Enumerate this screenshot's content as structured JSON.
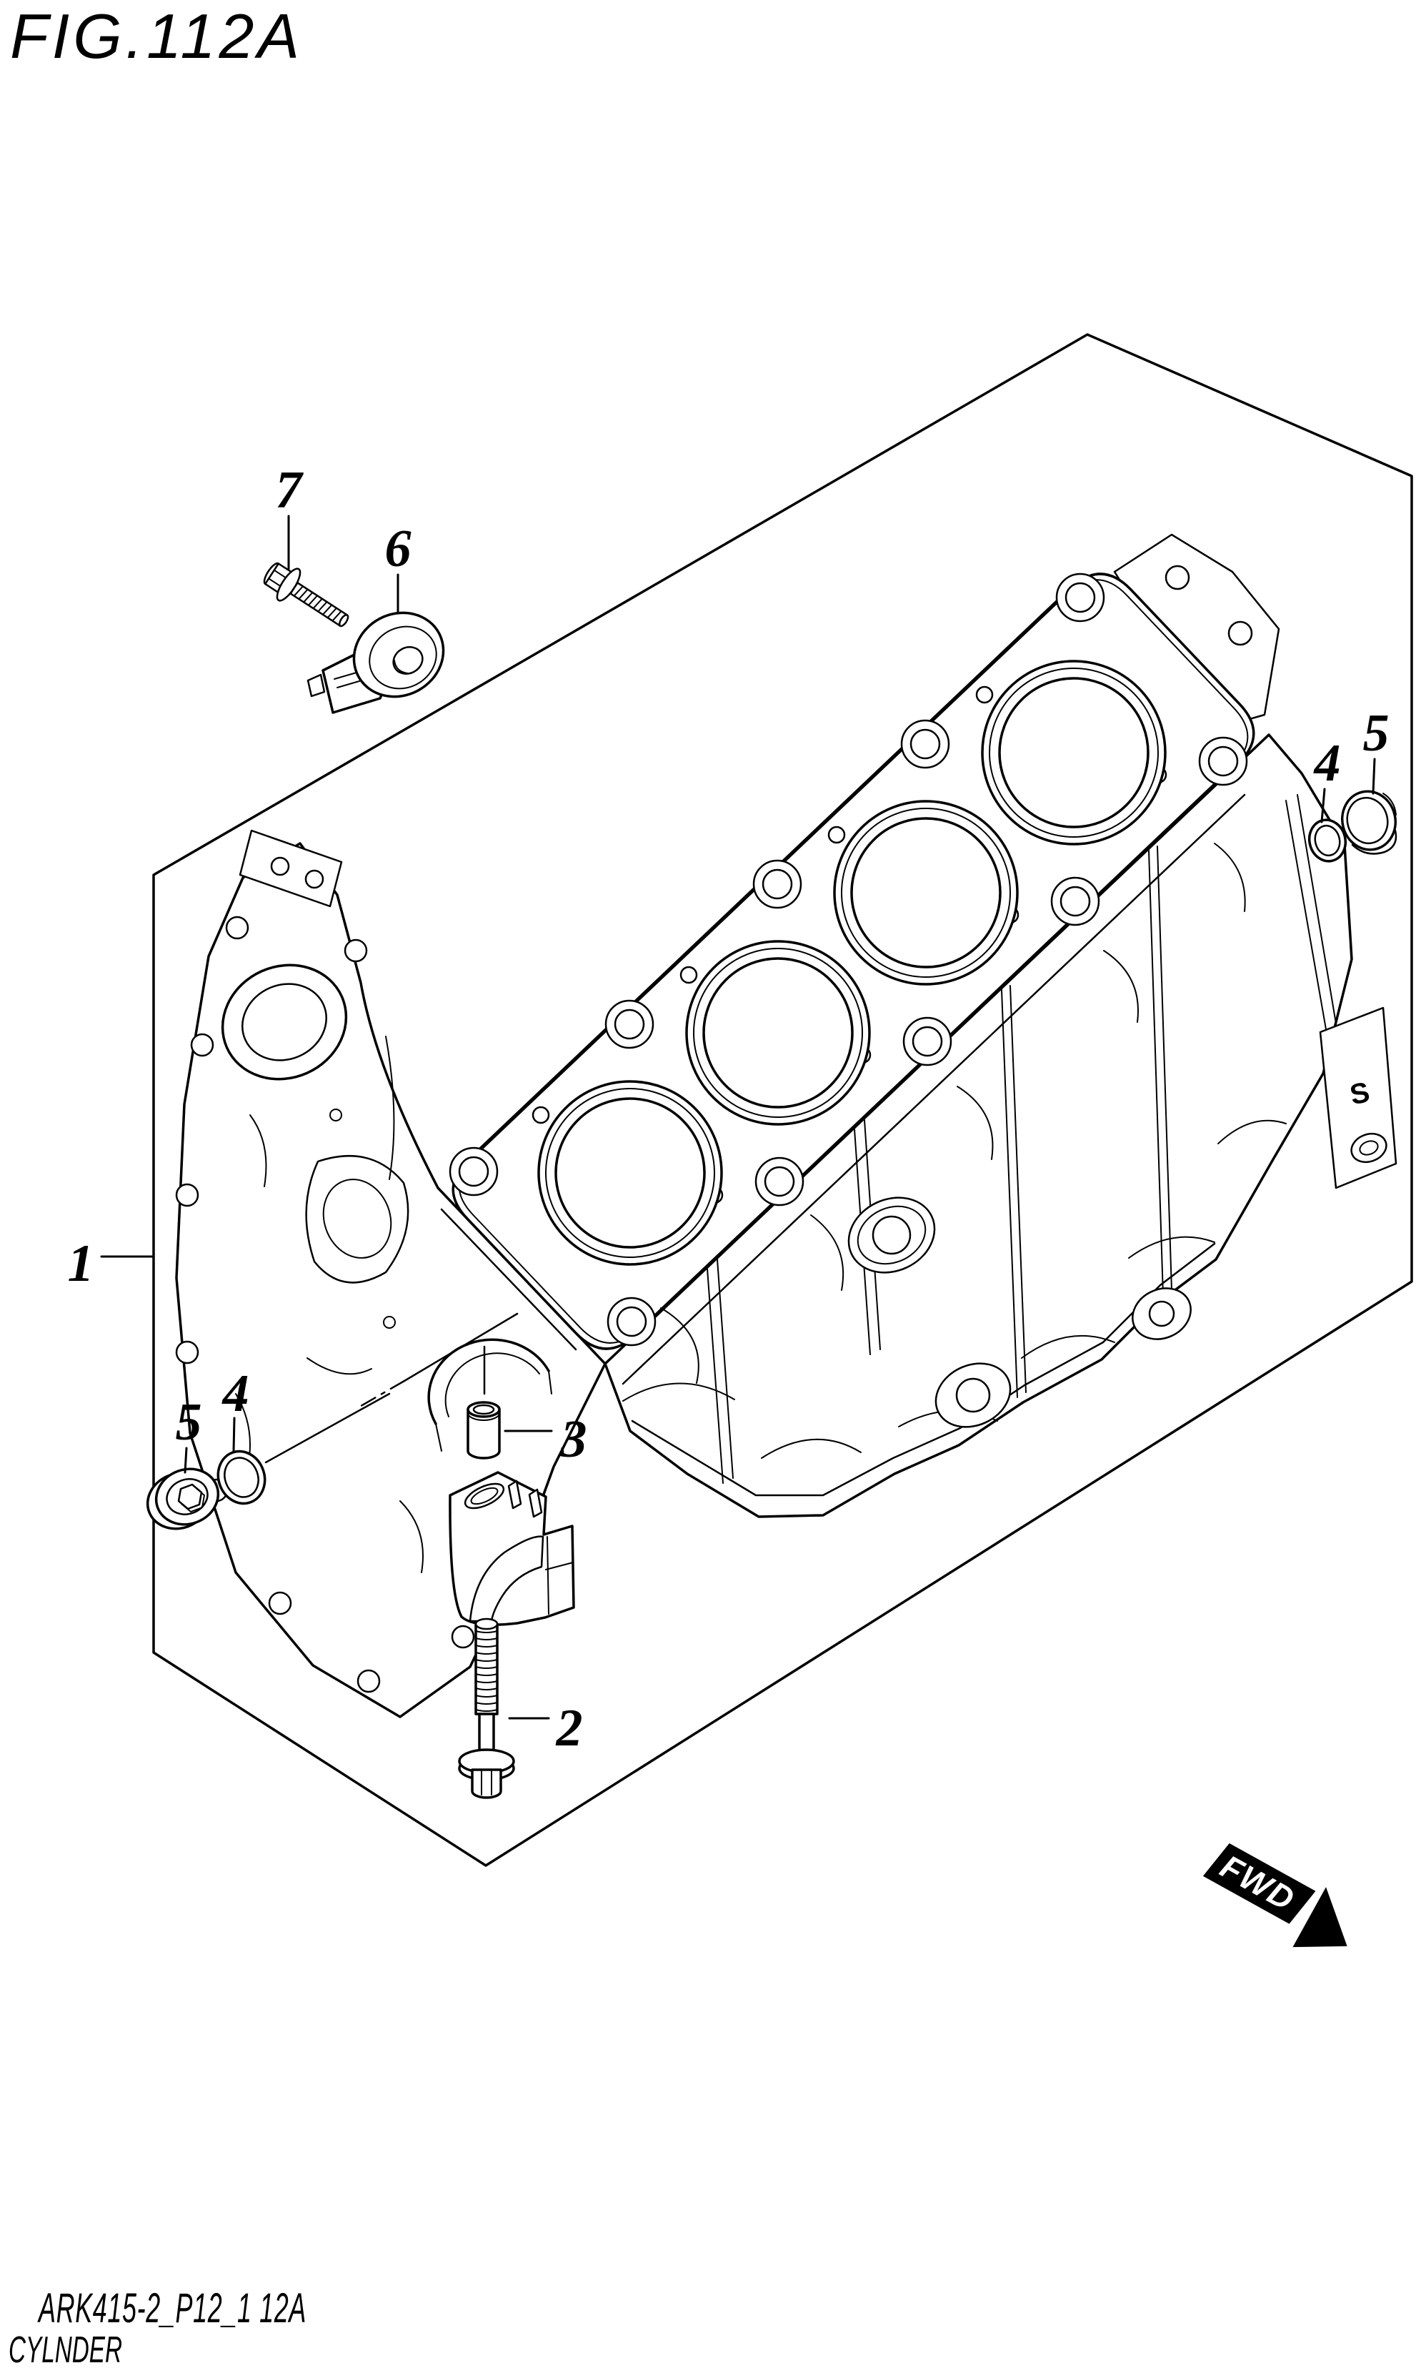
{
  "page": {
    "title": "FIG.112A"
  },
  "callouts": {
    "n1": "1",
    "n2": "2",
    "n3": "3",
    "n4_left": "4",
    "n4_right": "4",
    "n5_left": "5",
    "n5_right": "5",
    "n6": "6",
    "n7": "7"
  },
  "block": {
    "cast_mark": "S"
  },
  "fwd": {
    "label": "FWD"
  },
  "footer": {
    "code": "ARK415-2_P12_1 12A",
    "name": "CYLNDER"
  },
  "colors": {
    "ink": "#000000",
    "paper": "#ffffff"
  }
}
